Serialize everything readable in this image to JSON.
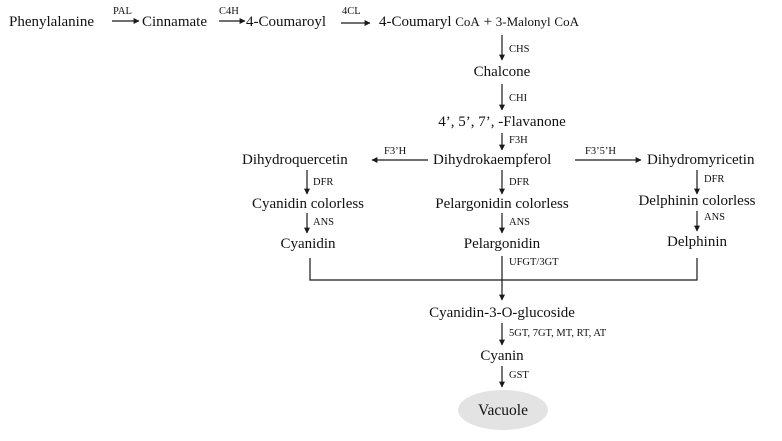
{
  "nodes": {
    "phenylalanine": "Phenylalanine",
    "cinnamate": "Cinnamate",
    "coumaroyl": "4-Coumaroyl",
    "coumaryl_coa": "4-Coumaryl",
    "coa1": "CoA",
    "plus": "+",
    "malonyl": "3-Malonyl",
    "coa2": "CoA",
    "chalcone": "Chalcone",
    "flavanone": "4’, 5’, 7’, -Flavanone",
    "dihydroquercetin": "Dihydroquercetin",
    "dihydrokaempferol": "Dihydrokaempferol",
    "dihydromyricetin": "Dihydromyricetin",
    "cyanidin_colorless": "Cyanidin colorless",
    "pelargonidin_colorless": "Pelargonidin colorless",
    "delphinin_colorless": "Delphinin colorless",
    "cyanidin": "Cyanidin",
    "pelargonidin": "Pelargonidin",
    "delphinin": "Delphinin",
    "cyanidin_3_o_glucoside": "Cyanidin-3-O-glucoside",
    "cyanin": "Cyanin",
    "vacuole": "Vacuole"
  },
  "enzymes": {
    "pal": "PAL",
    "c4h": "C4H",
    "cl4": "4CL",
    "chs": "CHS",
    "chi": "CHI",
    "f3h": "F3H",
    "f3ph": "F3’H",
    "f35h": "F3’5’H",
    "dfr": "DFR",
    "ans": "ANS",
    "ufgt": "UFGT/3GT",
    "mods": "5GT, 7GT, MT, RT, AT",
    "gst": "GST"
  },
  "colors": {
    "vacuole_fill": "#e3e3e3",
    "line": "#1a1a1a",
    "text": "#111111"
  }
}
